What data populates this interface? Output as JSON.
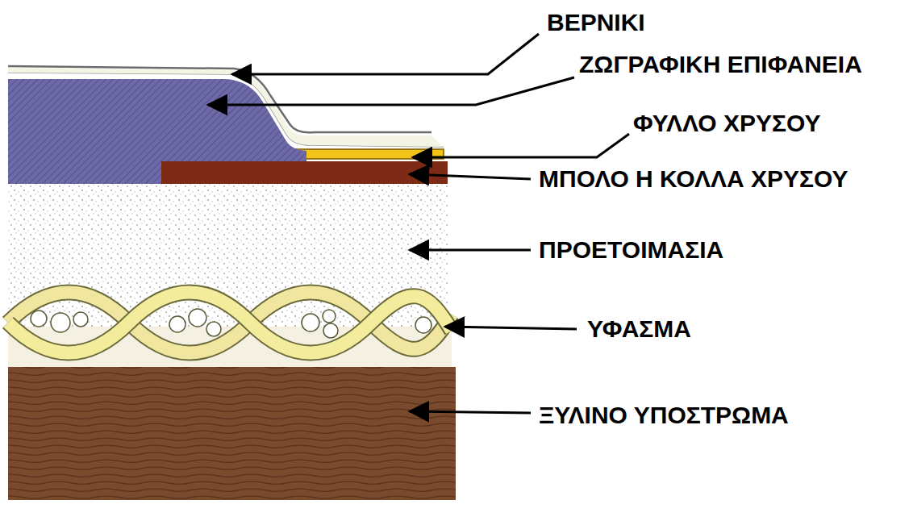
{
  "diagram": {
    "labels": [
      "ΒΕΡΝΙΚΙ",
      "ΖΩΓΡΑΦΙΚΗ ΕΠΙΦΑΝΕΙΑ",
      "ΦΥΛΛΟ ΧΡΥΣΟΥ",
      "ΜΠΟΛΟ Η ΚΟΛΛΑ ΧΡΥΣΟΥ",
      "ΠΡΟΕΤΟΙΜΑΣΙΑ",
      "ΥΦΑΣΜΑ",
      "ΞΥΛΙΝΟ ΥΠΟΣΤΡΩΜΑ"
    ]
  }
}
